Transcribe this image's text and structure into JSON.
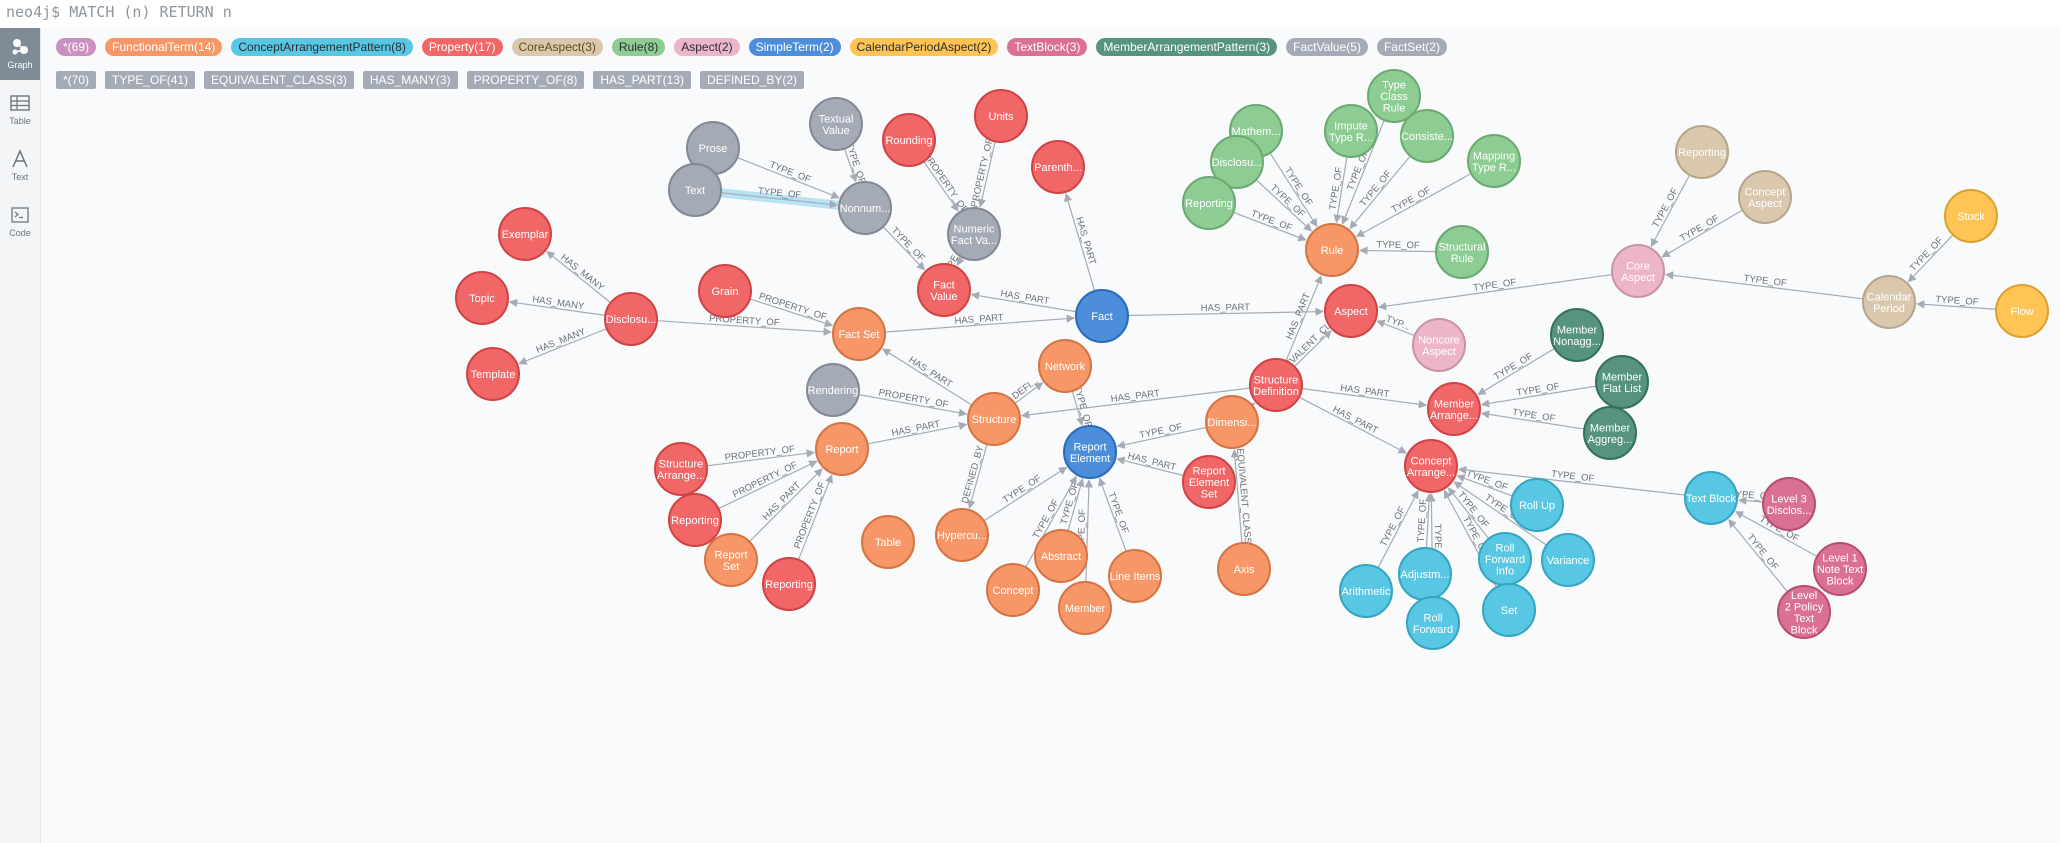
{
  "command": "neo4j$ MATCH (n) RETURN n",
  "sidebar": {
    "items": [
      {
        "label": "Graph",
        "icon": "graph-icon",
        "active": true
      },
      {
        "label": "Table",
        "icon": "table-icon",
        "active": false
      },
      {
        "label": "Text",
        "icon": "text-icon",
        "active": false
      },
      {
        "label": "Code",
        "icon": "code-icon",
        "active": false
      }
    ]
  },
  "node_labels": [
    {
      "label": "*(69)",
      "color": "#c990c0",
      "text": "#fff"
    },
    {
      "label": "FunctionalTerm(14)",
      "color": "#f79767",
      "text": "#fff"
    },
    {
      "label": "ConceptArrangementPattern(8)",
      "color": "#57c7e3",
      "text": "#2a2c34"
    },
    {
      "label": "Property(17)",
      "color": "#f16667",
      "text": "#fff"
    },
    {
      "label": "CoreAspect(3)",
      "color": "#d9c8ae",
      "text": "#604a0e"
    },
    {
      "label": "Rule(8)",
      "color": "#8dcc93",
      "text": "#2a2c34"
    },
    {
      "label": "Aspect(2)",
      "color": "#ecb5c9",
      "text": "#2a2c34"
    },
    {
      "label": "SimpleTerm(2)",
      "color": "#4c8eda",
      "text": "#fff"
    },
    {
      "label": "CalendarPeriodAspect(2)",
      "color": "#ffc454",
      "text": "#2a2c34"
    },
    {
      "label": "TextBlock(3)",
      "color": "#da7194",
      "text": "#fff"
    },
    {
      "label": "MemberArrangementPattern(3)",
      "color": "#569480",
      "text": "#fff"
    },
    {
      "label": "FactValue(5)",
      "color": "#a5abb6",
      "text": "#fff"
    },
    {
      "label": "FactSet(2)",
      "color": "#a5abb6",
      "text": "#fff"
    }
  ],
  "rel_types": [
    {
      "label": "*(70)"
    },
    {
      "label": "TYPE_OF(41)"
    },
    {
      "label": "EQUIVALENT_CLASS(3)"
    },
    {
      "label": "HAS_MANY(3)"
    },
    {
      "label": "PROPERTY_OF(8)"
    },
    {
      "label": "HAS_PART(13)"
    },
    {
      "label": "DEFINED_BY(2)"
    }
  ],
  "colors": {
    "Property": "#f16667",
    "FunctionalTerm": "#f79767",
    "ConceptArrangementPattern": "#57c7e3",
    "CoreAspect": "#d9c8ae",
    "Rule": "#8dcc93",
    "Aspect": "#ecb5c9",
    "SimpleTerm": "#4c8eda",
    "CalendarPeriodAspect": "#ffc454",
    "TextBlock": "#da7194",
    "MemberArrangementPattern": "#569480",
    "FactValue": "#a5abb6"
  },
  "graph": {
    "nodes": [
      {
        "id": "prose",
        "lines": [
          "Prose"
        ],
        "type": "FactValue"
      },
      {
        "id": "textual",
        "lines": [
          "Textual",
          "Value"
        ],
        "type": "FactValue"
      },
      {
        "id": "text",
        "lines": [
          "Text"
        ],
        "type": "FactValue"
      },
      {
        "id": "nonnum",
        "lines": [
          "Nonnum..."
        ],
        "type": "FactValue"
      },
      {
        "id": "numeric",
        "lines": [
          "Numeric",
          "Fact Va..."
        ],
        "type": "FactValue"
      },
      {
        "id": "rendering",
        "lines": [
          "Rendering"
        ],
        "type": "FactValue"
      },
      {
        "id": "rounding",
        "lines": [
          "Rounding"
        ],
        "type": "Property"
      },
      {
        "id": "units",
        "lines": [
          "Units"
        ],
        "type": "Property"
      },
      {
        "id": "parenth",
        "lines": [
          "Parenth..."
        ],
        "type": "Property"
      },
      {
        "id": "factvalue",
        "lines": [
          "Fact",
          "Value"
        ],
        "type": "Property"
      },
      {
        "id": "exemplar",
        "lines": [
          "Exemplar"
        ],
        "type": "Property"
      },
      {
        "id": "topic",
        "lines": [
          "Topic"
        ],
        "type": "Property"
      },
      {
        "id": "template",
        "lines": [
          "Template"
        ],
        "type": "Property"
      },
      {
        "id": "disclosu1",
        "lines": [
          "Disclosu..."
        ],
        "type": "Property"
      },
      {
        "id": "grain",
        "lines": [
          "Grain"
        ],
        "type": "Property"
      },
      {
        "id": "aspect",
        "lines": [
          "Aspect"
        ],
        "type": "Property"
      },
      {
        "id": "structdef",
        "lines": [
          "Structure",
          "Definition"
        ],
        "type": "Property"
      },
      {
        "id": "memberarr",
        "lines": [
          "Member",
          "Arrange..."
        ],
        "type": "Property"
      },
      {
        "id": "conceptarr",
        "lines": [
          "Concept",
          "Arrange..."
        ],
        "type": "Property"
      },
      {
        "id": "reportelset",
        "lines": [
          "Report",
          "Element",
          "Set"
        ],
        "type": "Property"
      },
      {
        "id": "structarr",
        "lines": [
          "Structure",
          "Arrange..."
        ],
        "type": "Property"
      },
      {
        "id": "reporting1",
        "lines": [
          "Reporting"
        ],
        "type": "Property"
      },
      {
        "id": "reporting2",
        "lines": [
          "Reporting"
        ],
        "type": "Property"
      },
      {
        "id": "factset",
        "lines": [
          "Fact Set"
        ],
        "type": "FunctionalTerm"
      },
      {
        "id": "network",
        "lines": [
          "Network"
        ],
        "type": "FunctionalTerm"
      },
      {
        "id": "structure",
        "lines": [
          "Structure"
        ],
        "type": "FunctionalTerm"
      },
      {
        "id": "report",
        "lines": [
          "Report"
        ],
        "type": "FunctionalTerm"
      },
      {
        "id": "reportset",
        "lines": [
          "Report",
          "Set"
        ],
        "type": "FunctionalTerm"
      },
      {
        "id": "table",
        "lines": [
          "Table"
        ],
        "type": "FunctionalTerm"
      },
      {
        "id": "hypercu",
        "lines": [
          "Hypercu..."
        ],
        "type": "FunctionalTerm"
      },
      {
        "id": "abstract",
        "lines": [
          "Abstract"
        ],
        "type": "FunctionalTerm"
      },
      {
        "id": "concept",
        "lines": [
          "Concept"
        ],
        "type": "FunctionalTerm"
      },
      {
        "id": "member",
        "lines": [
          "Member"
        ],
        "type": "FunctionalTerm"
      },
      {
        "id": "lineitems",
        "lines": [
          "Line Items"
        ],
        "type": "FunctionalTerm"
      },
      {
        "id": "axis",
        "lines": [
          "Axis"
        ],
        "type": "FunctionalTerm"
      },
      {
        "id": "dimensi",
        "lines": [
          "Dimensi..."
        ],
        "type": "FunctionalTerm"
      },
      {
        "id": "rule",
        "lines": [
          "Rule"
        ],
        "type": "FunctionalTerm"
      },
      {
        "id": "fact",
        "lines": [
          "Fact"
        ],
        "type": "SimpleTerm"
      },
      {
        "id": "reportel",
        "lines": [
          "Report",
          "Element"
        ],
        "type": "SimpleTerm"
      },
      {
        "id": "typeclassrule",
        "lines": [
          "Type",
          "Class",
          "Rule"
        ],
        "type": "Rule"
      },
      {
        "id": "mathem",
        "lines": [
          "Mathem..."
        ],
        "type": "Rule"
      },
      {
        "id": "imputetype",
        "lines": [
          "Impute",
          "Type R..."
        ],
        "type": "Rule"
      },
      {
        "id": "consiste",
        "lines": [
          "Consiste..."
        ],
        "type": "Rule"
      },
      {
        "id": "disclosu2",
        "lines": [
          "Disclosu..."
        ],
        "type": "Rule"
      },
      {
        "id": "mappingtype",
        "lines": [
          "Mapping",
          "Type R..."
        ],
        "type": "Rule"
      },
      {
        "id": "reporting3",
        "lines": [
          "Reporting"
        ],
        "type": "Rule"
      },
      {
        "id": "structuralrule",
        "lines": [
          "Structural",
          "Rule"
        ],
        "type": "Rule"
      },
      {
        "id": "reporting4",
        "lines": [
          "Reporting"
        ],
        "type": "CoreAspect"
      },
      {
        "id": "conceptaspect",
        "lines": [
          "Concept",
          "Aspect"
        ],
        "type": "CoreAspect"
      },
      {
        "id": "calperiod",
        "lines": [
          "Calendar",
          "Period"
        ],
        "type": "CoreAspect"
      },
      {
        "id": "coreaspect",
        "lines": [
          "Core",
          "Aspect"
        ],
        "type": "Aspect"
      },
      {
        "id": "noncore",
        "lines": [
          "Noncore",
          "Aspect"
        ],
        "type": "Aspect"
      },
      {
        "id": "stock",
        "lines": [
          "Stock"
        ],
        "type": "CalendarPeriodAspect"
      },
      {
        "id": "flow",
        "lines": [
          "Flow"
        ],
        "type": "CalendarPeriodAspect"
      },
      {
        "id": "membernonagg",
        "lines": [
          "Member",
          "Nonagg..."
        ],
        "type": "MemberArrangementPattern"
      },
      {
        "id": "memberflat",
        "lines": [
          "Member",
          "Flat List"
        ],
        "type": "MemberArrangementPattern"
      },
      {
        "id": "memberagg",
        "lines": [
          "Member",
          "Aggreg..."
        ],
        "type": "MemberArrangementPattern"
      },
      {
        "id": "rollup",
        "lines": [
          "Roll Up"
        ],
        "type": "ConceptArrangementPattern"
      },
      {
        "id": "rollfwdinfo",
        "lines": [
          "Roll",
          "Forward",
          "Info"
        ],
        "type": "ConceptArrangementPattern"
      },
      {
        "id": "variance",
        "lines": [
          "Variance"
        ],
        "type": "ConceptArrangementPattern"
      },
      {
        "id": "adjustm",
        "lines": [
          "Adjustm..."
        ],
        "type": "ConceptArrangementPattern"
      },
      {
        "id": "arithmetic",
        "lines": [
          "Arithmetic"
        ],
        "type": "ConceptArrangementPattern"
      },
      {
        "id": "set",
        "lines": [
          "Set"
        ],
        "type": "ConceptArrangementPattern"
      },
      {
        "id": "rollfwd",
        "lines": [
          "Roll",
          "Forward"
        ],
        "type": "ConceptArrangementPattern"
      },
      {
        "id": "textblock",
        "lines": [
          "Text Block"
        ],
        "type": "ConceptArrangementPattern"
      },
      {
        "id": "level3",
        "lines": [
          "Level 3",
          "Disclos..."
        ],
        "type": "TextBlock"
      },
      {
        "id": "level1",
        "lines": [
          "Level 1",
          "Note Text",
          "Block"
        ],
        "type": "TextBlock"
      },
      {
        "id": "level2",
        "lines": [
          "Level",
          "2 Policy",
          "Text",
          "Block"
        ],
        "type": "TextBlock"
      }
    ],
    "edges": [
      {
        "from": "prose",
        "to": "nonnum",
        "label": "TYPE_OF"
      },
      {
        "from": "textual",
        "to": "nonnum",
        "label": "TYPE_OF"
      },
      {
        "from": "text",
        "to": "nonnum",
        "label": "TYPE_OF",
        "highlight": true
      },
      {
        "from": "nonnum",
        "to": "factvalue",
        "label": "TYPE_OF"
      },
      {
        "from": "rounding",
        "to": "numeric",
        "label": "PROPERTY_OF"
      },
      {
        "from": "units",
        "to": "numeric",
        "label": "PROPERTY_OF"
      },
      {
        "from": "numeric",
        "to": "factvalue",
        "label": "TYPE_OF"
      },
      {
        "from": "fact",
        "to": "factvalue",
        "label": "HAS_PART"
      },
      {
        "from": "fact",
        "to": "parenth",
        "label": "HAS_PART"
      },
      {
        "from": "factset",
        "to": "fact",
        "label": "HAS_PART"
      },
      {
        "from": "fact",
        "to": "aspect",
        "label": "HAS_PART"
      },
      {
        "from": "grain",
        "to": "factset",
        "label": "PROPERTY_OF"
      },
      {
        "from": "disclosu1",
        "to": "factset",
        "label": "PROPERTY_OF"
      },
      {
        "from": "disclosu1",
        "to": "exemplar",
        "label": "HAS_MANY"
      },
      {
        "from": "disclosu1",
        "to": "topic",
        "label": "HAS_MANY"
      },
      {
        "from": "disclosu1",
        "to": "template",
        "label": "HAS_MANY"
      },
      {
        "from": "structure",
        "to": "factset",
        "label": "HAS_PART"
      },
      {
        "from": "structure",
        "to": "network",
        "label": "DEFI..."
      },
      {
        "from": "rendering",
        "to": "structure",
        "label": "PROPERTY_OF"
      },
      {
        "from": "report",
        "to": "structure",
        "label": "HAS_PART"
      },
      {
        "from": "structarr",
        "to": "report",
        "label": "PROPERTY_OF"
      },
      {
        "from": "reporting1",
        "to": "report",
        "label": "PROPERTY_OF"
      },
      {
        "from": "reportset",
        "to": "report",
        "label": "HAS_PART"
      },
      {
        "from": "reporting2",
        "to": "report",
        "label": "PROPERTY_OF"
      },
      {
        "from": "structure",
        "to": "hypercu",
        "label": "DEFINED_BY"
      },
      {
        "from": "structdef",
        "to": "structure",
        "label": "HAS_PART"
      },
      {
        "from": "network",
        "to": "reportel",
        "label": "TYPE_OF"
      },
      {
        "from": "hypercu",
        "to": "reportel",
        "label": "TYPE_OF"
      },
      {
        "from": "abstract",
        "to": "reportel",
        "label": "TYPE_OF"
      },
      {
        "from": "concept",
        "to": "reportel",
        "label": "TYPE_OF"
      },
      {
        "from": "member",
        "to": "reportel",
        "label": "TYPE_OF"
      },
      {
        "from": "lineitems",
        "to": "reportel",
        "label": "TYPE_OF"
      },
      {
        "from": "dimensi",
        "to": "reportel",
        "label": "TYPE_OF"
      },
      {
        "from": "reportelset",
        "to": "reportel",
        "label": "HAS_PART"
      },
      {
        "from": "axis",
        "to": "dimensi",
        "label": "EQUIVALENT_CLASS"
      },
      {
        "from": "dimensi",
        "to": "structdef",
        "label": ""
      },
      {
        "from": "structdef",
        "to": "aspect",
        "label": "EQUIVALENT_CLASS"
      },
      {
        "from": "structdef",
        "to": "rule",
        "label": "HAS_PART"
      },
      {
        "from": "structdef",
        "to": "memberarr",
        "label": "HAS_PART"
      },
      {
        "from": "structdef",
        "to": "conceptarr",
        "label": "HAS_PART"
      },
      {
        "from": "typeclassrule",
        "to": "rule",
        "label": "TYPE_OF"
      },
      {
        "from": "mathem",
        "to": "rule",
        "label": "TYPE_OF"
      },
      {
        "from": "imputetype",
        "to": "rule",
        "label": "TYPE_OF"
      },
      {
        "from": "consiste",
        "to": "rule",
        "label": "TYPE_OF"
      },
      {
        "from": "disclosu2",
        "to": "rule",
        "label": "TYPE_OF"
      },
      {
        "from": "mappingtype",
        "to": "rule",
        "label": "TYPE_OF"
      },
      {
        "from": "reporting3",
        "to": "rule",
        "label": "TYPE_OF"
      },
      {
        "from": "structuralrule",
        "to": "rule",
        "label": "TYPE_OF"
      },
      {
        "from": "coreaspect",
        "to": "aspect",
        "label": "TYPE_OF"
      },
      {
        "from": "noncore",
        "to": "aspect",
        "label": "TYP..."
      },
      {
        "from": "reporting4",
        "to": "coreaspect",
        "label": "TYPE_OF"
      },
      {
        "from": "conceptaspect",
        "to": "coreaspect",
        "label": "TYPE_OF"
      },
      {
        "from": "calperiod",
        "to": "coreaspect",
        "label": "TYPE_OF"
      },
      {
        "from": "stock",
        "to": "calperiod",
        "label": "TYPE_OF"
      },
      {
        "from": "flow",
        "to": "calperiod",
        "label": "TYPE_OF"
      },
      {
        "from": "membernonagg",
        "to": "memberarr",
        "label": "TYPE_OF"
      },
      {
        "from": "memberflat",
        "to": "memberarr",
        "label": "TYPE_OF"
      },
      {
        "from": "memberagg",
        "to": "memberarr",
        "label": "TYPE_OF"
      },
      {
        "from": "rollup",
        "to": "conceptarr",
        "label": "TYPE_OF"
      },
      {
        "from": "variance",
        "to": "conceptarr",
        "label": "TYPE_OF"
      },
      {
        "from": "rollfwdinfo",
        "to": "conceptarr",
        "label": "TYPE_OF"
      },
      {
        "from": "set",
        "to": "conceptarr",
        "label": "TYPE_OF"
      },
      {
        "from": "adjustm",
        "to": "conceptarr",
        "label": "TYPE_OF"
      },
      {
        "from": "rollfwd",
        "to": "conceptarr",
        "label": "TYPE_OF"
      },
      {
        "from": "arithmetic",
        "to": "conceptarr",
        "label": "TYPE_OF"
      },
      {
        "from": "textblock",
        "to": "conceptarr",
        "label": "TYPE_OF"
      },
      {
        "from": "level3",
        "to": "textblock",
        "label": "TYPE_OF"
      },
      {
        "from": "level1",
        "to": "textblock",
        "label": "TYPE_OF"
      },
      {
        "from": "level2",
        "to": "textblock",
        "label": "TYPE_OF"
      }
    ]
  }
}
